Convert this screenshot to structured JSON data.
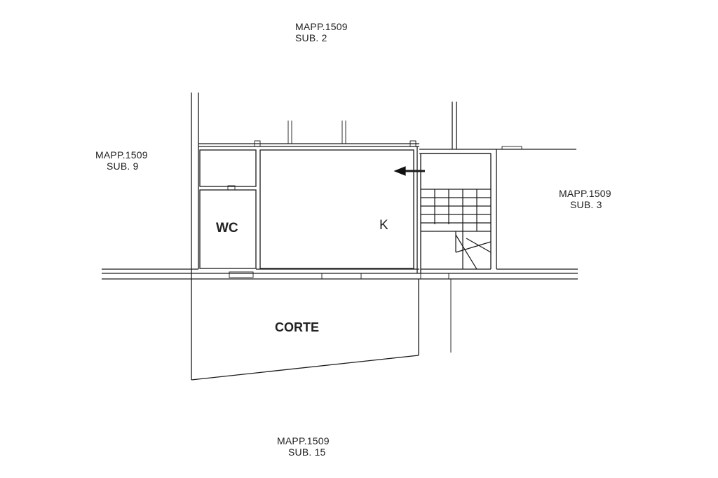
{
  "labels": {
    "parcel_top": {
      "line1": "MAPP.1509",
      "line2": "SUB. 2"
    },
    "parcel_left": {
      "line1": "MAPP.1509",
      "line2": "SUB. 9"
    },
    "parcel_right": {
      "line1": "MAPP.1509",
      "line2": "SUB. 3"
    },
    "parcel_bottom": {
      "line1": "MAPP.1509",
      "line2": "SUB. 15"
    },
    "room_wc": "WC",
    "room_k": "K",
    "room_corte": "CORTE"
  }
}
